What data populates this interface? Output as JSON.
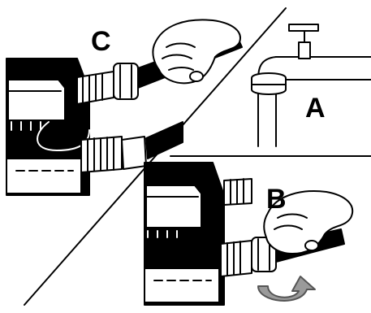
{
  "labels": {
    "a": "A",
    "b": "B",
    "c": "C"
  },
  "colors": {
    "ink": "#000000",
    "paper": "#ffffff",
    "arrow_fill": "#9a9a9a"
  },
  "icons": {
    "faucet": "faucet-icon",
    "hand": "hand-icon",
    "rotate_arrow": "rotate-arrow-icon"
  }
}
